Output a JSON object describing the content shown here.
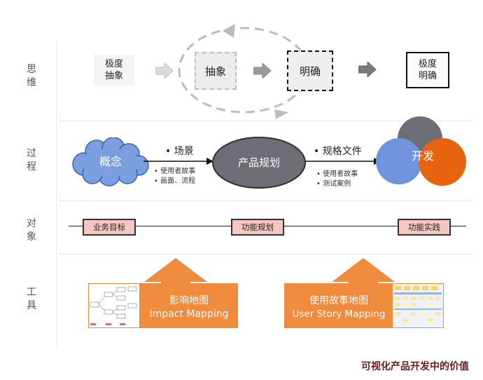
{
  "rows": [
    "思维",
    "过程",
    "对象",
    "工具"
  ],
  "thinking": {
    "start": "极度\n抽象",
    "abstract": "抽象",
    "clear": "明确",
    "end": "极度\n明确"
  },
  "process": {
    "concept": "概念",
    "scenario_title": "• 场景",
    "scenario_bullets": [
      "•  使用者故事",
      "•  画面、流程"
    ],
    "planning": "产品规划",
    "spec_title": "• 规格文件",
    "spec_bullets": [
      "•  使用者故事",
      "•  测试案例"
    ],
    "develop": "开发"
  },
  "objects": {
    "business_goal": "业务目标",
    "feature_plan": "功能规划",
    "feature_practice": "功能实践"
  },
  "tools": {
    "impact_cn": "影响地图",
    "impact_en": "Impact Mapping",
    "story_cn": "使用故事地图",
    "story_en": "User Story Mapping"
  },
  "caption": "可视化产品开发中的价值",
  "colors": {
    "orange": "#f08a3c",
    "tag_fill": "#f6c6c0",
    "cloud_blue": "#7a9fe0",
    "ellipse_gray": "#6b6e75",
    "dev_blue": "#6f93dc",
    "dev_orange": "#e8630f",
    "dev_gray": "#6b6e75"
  }
}
